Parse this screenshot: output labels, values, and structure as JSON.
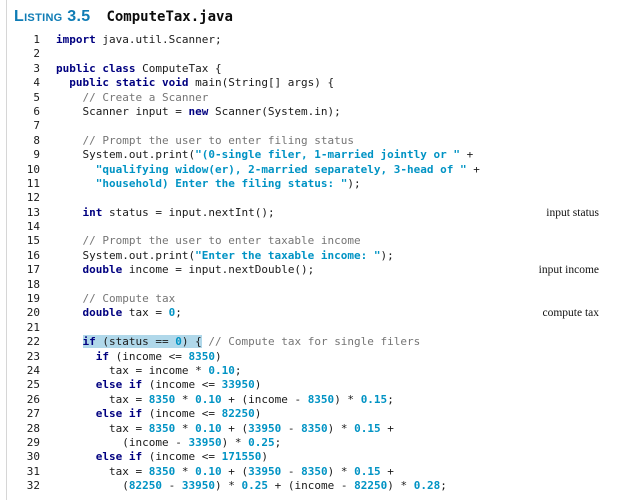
{
  "header": {
    "label": "Listing",
    "number": "3.5",
    "filename": "ComputeTax.java"
  },
  "colors": {
    "keyword": "#000080",
    "literal": "#0093c4",
    "comment": "#757575",
    "highlight": "#b0d8ea",
    "header_label": "#0f7cb5"
  },
  "code": {
    "lines": [
      {
        "n": "1",
        "s": [
          {
            "t": "import",
            "y": "kw"
          },
          {
            "t": " java.util.Scanner;",
            "y": "pl"
          }
        ]
      },
      {
        "n": "2",
        "s": []
      },
      {
        "n": "3",
        "s": [
          {
            "t": "public class",
            "y": "kw"
          },
          {
            "t": " ComputeTax {",
            "y": "pl"
          }
        ]
      },
      {
        "n": "4",
        "s": [
          {
            "t": "  ",
            "y": "pl"
          },
          {
            "t": "public static void",
            "y": "kw"
          },
          {
            "t": " main(String[] args) {",
            "y": "pl"
          }
        ]
      },
      {
        "n": "5",
        "s": [
          {
            "t": "    ",
            "y": "pl"
          },
          {
            "t": "// Create a Scanner",
            "y": "cm"
          }
        ]
      },
      {
        "n": "6",
        "s": [
          {
            "t": "    Scanner input = ",
            "y": "pl"
          },
          {
            "t": "new",
            "y": "kw"
          },
          {
            "t": " Scanner(System.in);",
            "y": "pl"
          }
        ]
      },
      {
        "n": "7",
        "s": []
      },
      {
        "n": "8",
        "s": [
          {
            "t": "    ",
            "y": "pl"
          },
          {
            "t": "// Prompt the user to enter filing status",
            "y": "cm"
          }
        ]
      },
      {
        "n": "9",
        "s": [
          {
            "t": "    System.out.print(",
            "y": "pl"
          },
          {
            "t": "\"(0-single filer, 1-married jointly or \"",
            "y": "st"
          },
          {
            "t": " +",
            "y": "pl"
          }
        ]
      },
      {
        "n": "10",
        "s": [
          {
            "t": "      ",
            "y": "pl"
          },
          {
            "t": "\"qualifying widow(er), 2-married separately, 3-head of \"",
            "y": "st"
          },
          {
            "t": " +",
            "y": "pl"
          }
        ]
      },
      {
        "n": "11",
        "s": [
          {
            "t": "      ",
            "y": "pl"
          },
          {
            "t": "\"household) Enter the filing status: \"",
            "y": "st"
          },
          {
            "t": ");",
            "y": "pl"
          }
        ]
      },
      {
        "n": "12",
        "s": []
      },
      {
        "n": "13",
        "s": [
          {
            "t": "    ",
            "y": "pl"
          },
          {
            "t": "int",
            "y": "kw"
          },
          {
            "t": " status = input.nextInt();",
            "y": "pl"
          }
        ],
        "a": "input status"
      },
      {
        "n": "14",
        "s": []
      },
      {
        "n": "15",
        "s": [
          {
            "t": "    ",
            "y": "pl"
          },
          {
            "t": "// Prompt the user to enter taxable income",
            "y": "cm"
          }
        ]
      },
      {
        "n": "16",
        "s": [
          {
            "t": "    System.out.print(",
            "y": "pl"
          },
          {
            "t": "\"Enter the taxable income: \"",
            "y": "st"
          },
          {
            "t": ");",
            "y": "pl"
          }
        ]
      },
      {
        "n": "17",
        "s": [
          {
            "t": "    ",
            "y": "pl"
          },
          {
            "t": "double",
            "y": "kw"
          },
          {
            "t": " income = input.nextDouble();",
            "y": "pl"
          }
        ],
        "a": "input income"
      },
      {
        "n": "18",
        "s": []
      },
      {
        "n": "19",
        "s": [
          {
            "t": "    ",
            "y": "pl"
          },
          {
            "t": "// Compute tax",
            "y": "cm"
          }
        ]
      },
      {
        "n": "20",
        "s": [
          {
            "t": "    ",
            "y": "pl"
          },
          {
            "t": "double",
            "y": "kw"
          },
          {
            "t": " tax = ",
            "y": "pl"
          },
          {
            "t": "0",
            "y": "nu"
          },
          {
            "t": ";",
            "y": "pl"
          }
        ],
        "a": "compute tax"
      },
      {
        "n": "21",
        "s": []
      },
      {
        "n": "22",
        "s": [
          {
            "t": "    ",
            "y": "pl"
          },
          {
            "t": "if",
            "y": "kw",
            "h": 1
          },
          {
            "t": " (status == ",
            "y": "pl",
            "h": 1
          },
          {
            "t": "0",
            "y": "nu",
            "h": 1
          },
          {
            "t": ") {",
            "y": "pl",
            "h": 1
          },
          {
            "t": " ",
            "y": "pl"
          },
          {
            "t": "// Compute tax for single filers",
            "y": "cm"
          }
        ]
      },
      {
        "n": "23",
        "s": [
          {
            "t": "      ",
            "y": "pl"
          },
          {
            "t": "if",
            "y": "kw"
          },
          {
            "t": " (income <= ",
            "y": "pl"
          },
          {
            "t": "8350",
            "y": "nu"
          },
          {
            "t": ")",
            "y": "pl"
          }
        ]
      },
      {
        "n": "24",
        "s": [
          {
            "t": "        tax = income * ",
            "y": "pl"
          },
          {
            "t": "0.10",
            "y": "nu"
          },
          {
            "t": ";",
            "y": "pl"
          }
        ]
      },
      {
        "n": "25",
        "s": [
          {
            "t": "      ",
            "y": "pl"
          },
          {
            "t": "else if",
            "y": "kw"
          },
          {
            "t": " (income <= ",
            "y": "pl"
          },
          {
            "t": "33950",
            "y": "nu"
          },
          {
            "t": ")",
            "y": "pl"
          }
        ]
      },
      {
        "n": "26",
        "s": [
          {
            "t": "        tax = ",
            "y": "pl"
          },
          {
            "t": "8350",
            "y": "nu"
          },
          {
            "t": " * ",
            "y": "pl"
          },
          {
            "t": "0.10",
            "y": "nu"
          },
          {
            "t": " + (income - ",
            "y": "pl"
          },
          {
            "t": "8350",
            "y": "nu"
          },
          {
            "t": ") * ",
            "y": "pl"
          },
          {
            "t": "0.15",
            "y": "nu"
          },
          {
            "t": ";",
            "y": "pl"
          }
        ]
      },
      {
        "n": "27",
        "s": [
          {
            "t": "      ",
            "y": "pl"
          },
          {
            "t": "else if",
            "y": "kw"
          },
          {
            "t": " (income <= ",
            "y": "pl"
          },
          {
            "t": "82250",
            "y": "nu"
          },
          {
            "t": ")",
            "y": "pl"
          }
        ]
      },
      {
        "n": "28",
        "s": [
          {
            "t": "        tax = ",
            "y": "pl"
          },
          {
            "t": "8350",
            "y": "nu"
          },
          {
            "t": " * ",
            "y": "pl"
          },
          {
            "t": "0.10",
            "y": "nu"
          },
          {
            "t": " + (",
            "y": "pl"
          },
          {
            "t": "33950",
            "y": "nu"
          },
          {
            "t": " - ",
            "y": "pl"
          },
          {
            "t": "8350",
            "y": "nu"
          },
          {
            "t": ") * ",
            "y": "pl"
          },
          {
            "t": "0.15",
            "y": "nu"
          },
          {
            "t": " +",
            "y": "pl"
          }
        ]
      },
      {
        "n": "29",
        "s": [
          {
            "t": "          (income - ",
            "y": "pl"
          },
          {
            "t": "33950",
            "y": "nu"
          },
          {
            "t": ") * ",
            "y": "pl"
          },
          {
            "t": "0.25",
            "y": "nu"
          },
          {
            "t": ";",
            "y": "pl"
          }
        ]
      },
      {
        "n": "30",
        "s": [
          {
            "t": "      ",
            "y": "pl"
          },
          {
            "t": "else if",
            "y": "kw"
          },
          {
            "t": " (income <= ",
            "y": "pl"
          },
          {
            "t": "171550",
            "y": "nu"
          },
          {
            "t": ")",
            "y": "pl"
          }
        ]
      },
      {
        "n": "31",
        "s": [
          {
            "t": "        tax = ",
            "y": "pl"
          },
          {
            "t": "8350",
            "y": "nu"
          },
          {
            "t": " * ",
            "y": "pl"
          },
          {
            "t": "0.10",
            "y": "nu"
          },
          {
            "t": " + (",
            "y": "pl"
          },
          {
            "t": "33950",
            "y": "nu"
          },
          {
            "t": " - ",
            "y": "pl"
          },
          {
            "t": "8350",
            "y": "nu"
          },
          {
            "t": ") * ",
            "y": "pl"
          },
          {
            "t": "0.15",
            "y": "nu"
          },
          {
            "t": " +",
            "y": "pl"
          }
        ]
      },
      {
        "n": "32",
        "s": [
          {
            "t": "          (",
            "y": "pl"
          },
          {
            "t": "82250",
            "y": "nu"
          },
          {
            "t": " - ",
            "y": "pl"
          },
          {
            "t": "33950",
            "y": "nu"
          },
          {
            "t": ") * ",
            "y": "pl"
          },
          {
            "t": "0.25",
            "y": "nu"
          },
          {
            "t": " + (income - ",
            "y": "pl"
          },
          {
            "t": "82250",
            "y": "nu"
          },
          {
            "t": ") * ",
            "y": "pl"
          },
          {
            "t": "0.28",
            "y": "nu"
          },
          {
            "t": ";",
            "y": "pl"
          }
        ]
      }
    ]
  }
}
